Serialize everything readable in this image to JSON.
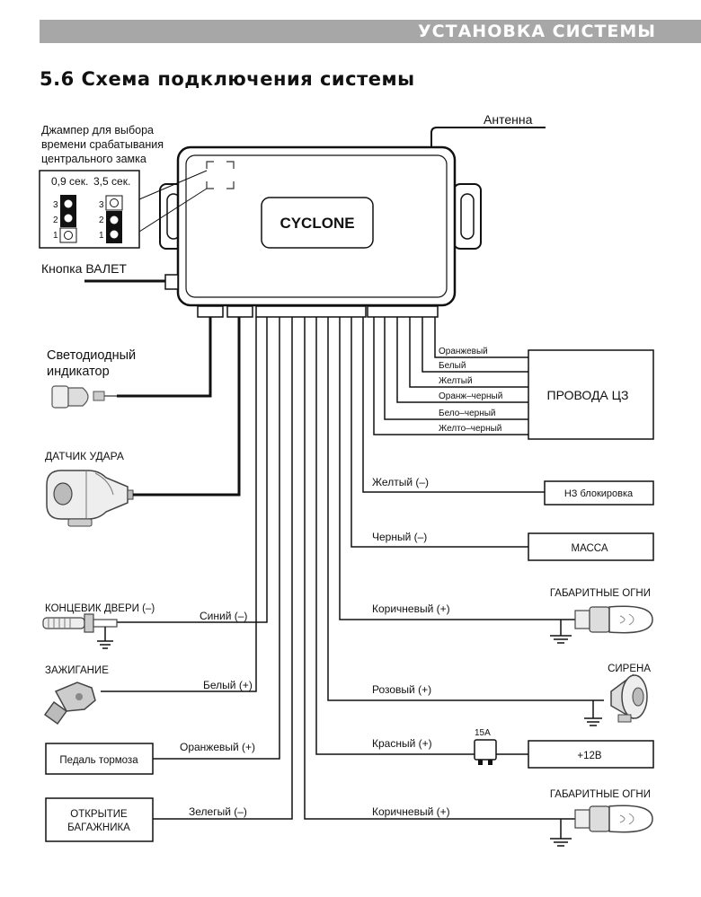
{
  "header": {
    "title": "УСТАНОВКА СИСТЕМЫ"
  },
  "section": {
    "title": "5.6 Схема подключения системы"
  },
  "unit": {
    "brand": "CYCLONE",
    "antenna": "Антенна"
  },
  "jumper": {
    "caption_line1": "Джампер для выбора",
    "caption_line2": "времени срабатывания",
    "caption_line3": "центрального замка",
    "opt_a": "0,9 сек.",
    "opt_b": "3,5 сек.",
    "pins": [
      "3",
      "2",
      "1"
    ]
  },
  "valet": {
    "label": "Кнопка ВАЛЕТ"
  },
  "led": {
    "line1": "Светодиодный",
    "line2": "индикатор"
  },
  "shock": {
    "label": "ДАТЧИК УДАРА"
  },
  "door": {
    "label": "КОНЦЕВИК ДВЕРИ (–)",
    "wire": "Синий (–)"
  },
  "ignition": {
    "label": "ЗАЖИГАНИЕ",
    "wire": "Белый (+)"
  },
  "brake": {
    "label": "Педаль тормоза",
    "wire": "Оранжевый (+)"
  },
  "trunk": {
    "line1": "ОТКРЫТИЕ",
    "line2": "БАГАЖНИКА",
    "wire": "Зелегый (–)"
  },
  "central_lock": {
    "label": "ПРОВОДА ЦЗ",
    "wires": [
      "Оранжевый",
      "Белый",
      "Желтый",
      "Оранж–черный",
      "Бело–черный",
      "Желто–черный"
    ]
  },
  "right": {
    "immob_wire": "Желтый (–)",
    "immob_box": "НЗ блокировка",
    "ground_wire": "Черный (–)",
    "ground_box": "МАССА",
    "parking1_wire": "Коричневый (+)",
    "parking1_label": "ГАБАРИТНЫЕ ОГНИ",
    "siren_wire": "Розовый (+)",
    "siren_label": "СИРЕНА",
    "power_wire": "Красный (+)",
    "fuse": "15А",
    "power_box": "+12В",
    "parking2_wire": "Коричневый (+)",
    "parking2_label": "ГАБАРИТНЫЕ ОГНИ"
  }
}
